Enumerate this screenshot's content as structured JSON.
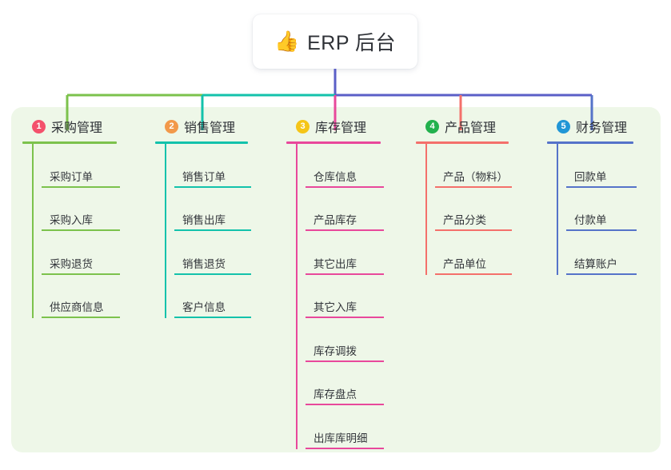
{
  "diagram": {
    "title": "ERP 后台",
    "root": {
      "icon": "thumbs-up-emoji",
      "emoji": "👍",
      "label": "ERP 后台"
    },
    "panel_color": "#eef7e8",
    "columns": [
      {
        "number": "1",
        "title": "采购管理",
        "badge_color": "#f4516c",
        "line_color": "#7cc24c",
        "items": [
          "采购订单",
          "采购入库",
          "采购退货",
          "供应商信息"
        ]
      },
      {
        "number": "2",
        "title": "销售管理",
        "badge_color": "#f2994a",
        "line_color": "#13c2ab",
        "items": [
          "销售订单",
          "销售出库",
          "销售退货",
          "客户信息"
        ]
      },
      {
        "number": "3",
        "title": "库存管理",
        "badge_color": "#f5c518",
        "line_color": "#e8489b",
        "items": [
          "仓库信息",
          "产品库存",
          "其它出库",
          "其它入库",
          "库存调拨",
          "库存盘点",
          "出库库明细"
        ]
      },
      {
        "number": "4",
        "title": "产品管理",
        "badge_color": "#23b14d",
        "line_color": "#f4706b",
        "items": [
          "产品（物料）",
          "产品分类",
          "产品单位"
        ]
      },
      {
        "number": "5",
        "title": "财务管理",
        "badge_color": "#2196d6",
        "line_color": "#5573c9",
        "items": [
          "回款单",
          "付款单",
          "结算账户"
        ]
      }
    ],
    "root_bus_color": "#5b5fc7"
  }
}
